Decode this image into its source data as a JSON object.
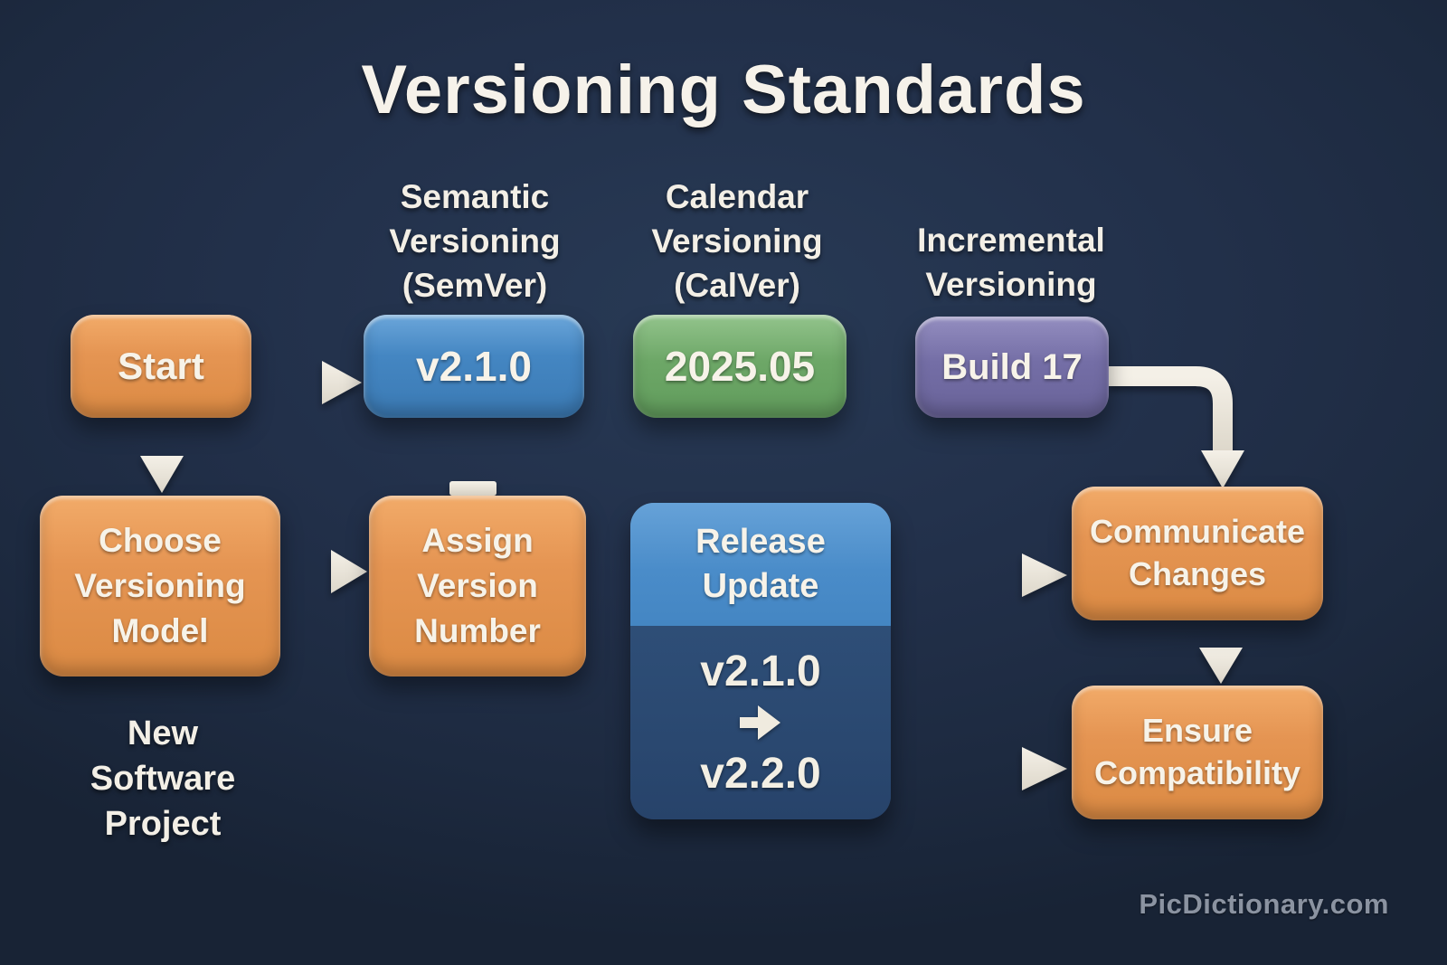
{
  "page": {
    "title": "Versioning Standards",
    "watermark": "PicDictionary.com"
  },
  "colors": {
    "background": "#22304a",
    "orange_node": "#e59553",
    "blue_node": "#4486c2",
    "green_node": "#6da767",
    "purple_node": "#746ea6",
    "release_bottom_navy": "#2a4870",
    "connector": "#e9e4d9",
    "text": "#f5f1e6"
  },
  "column_headers": [
    {
      "label": "Semantic Versioning (SemVer)"
    },
    {
      "label": "Calendar Versioning (CalVer)"
    },
    {
      "label": "Incremental Versioning"
    }
  ],
  "nodes": {
    "start": {
      "label": "Start"
    },
    "semver_example": {
      "label": "v2.1.0"
    },
    "calver_example": {
      "label": "2025.05"
    },
    "incremental_example": {
      "label": "Build 17"
    },
    "choose_model": {
      "label": "Choose Versioning Model"
    },
    "assign_number": {
      "label": "Assign Version Number"
    },
    "release_update": {
      "title": "Release Update",
      "from_version": "v2.1.0",
      "to_version": "v2.2.0"
    },
    "communicate_changes": {
      "label": "Communicate Changes"
    },
    "ensure_compatibility": {
      "label": "Ensure Compatibility"
    }
  },
  "annotations": {
    "project_note": "New Software Project"
  },
  "icons": {
    "version_bump": "arrow-right-icon",
    "flow_connectors": "flow-arrow-icons"
  }
}
